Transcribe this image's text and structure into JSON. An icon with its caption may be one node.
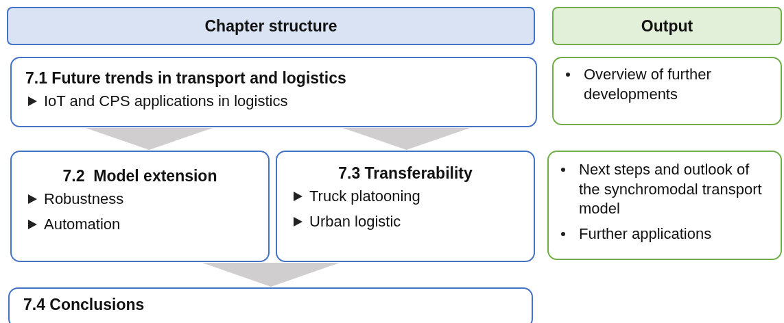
{
  "diagram": {
    "nodes": [
      {
        "text": [
          "Chapter structure"
        ]
      },
      {
        "text": [
          "Output"
        ]
      },
      {
        "text": [
          "7.1 Future trends in transport and logistics",
          "IoT and CPS applications in logistics"
        ]
      },
      {
        "text": [
          "Overview of further developments"
        ]
      },
      {
        "text": [
          "7.2  Model extension",
          "Robustness",
          "Automation"
        ]
      },
      {
        "text": [
          "7.3 Transferability",
          "Truck platooning",
          "Urban logistic"
        ]
      },
      {
        "text": [
          "Next steps and outlook of the synchromodal transport model",
          "Further applications"
        ]
      },
      {
        "text": [
          "7.4 Conclusions"
        ]
      }
    ],
    "edges": [
      {
        "from": 2,
        "to": 4,
        "arrow": "to"
      },
      {
        "from": 2,
        "to": 5,
        "arrow": "to"
      },
      {
        "from": 4,
        "to": 7,
        "arrow": "to"
      },
      {
        "from": 5,
        "to": 7,
        "arrow": "to"
      }
    ]
  }
}
